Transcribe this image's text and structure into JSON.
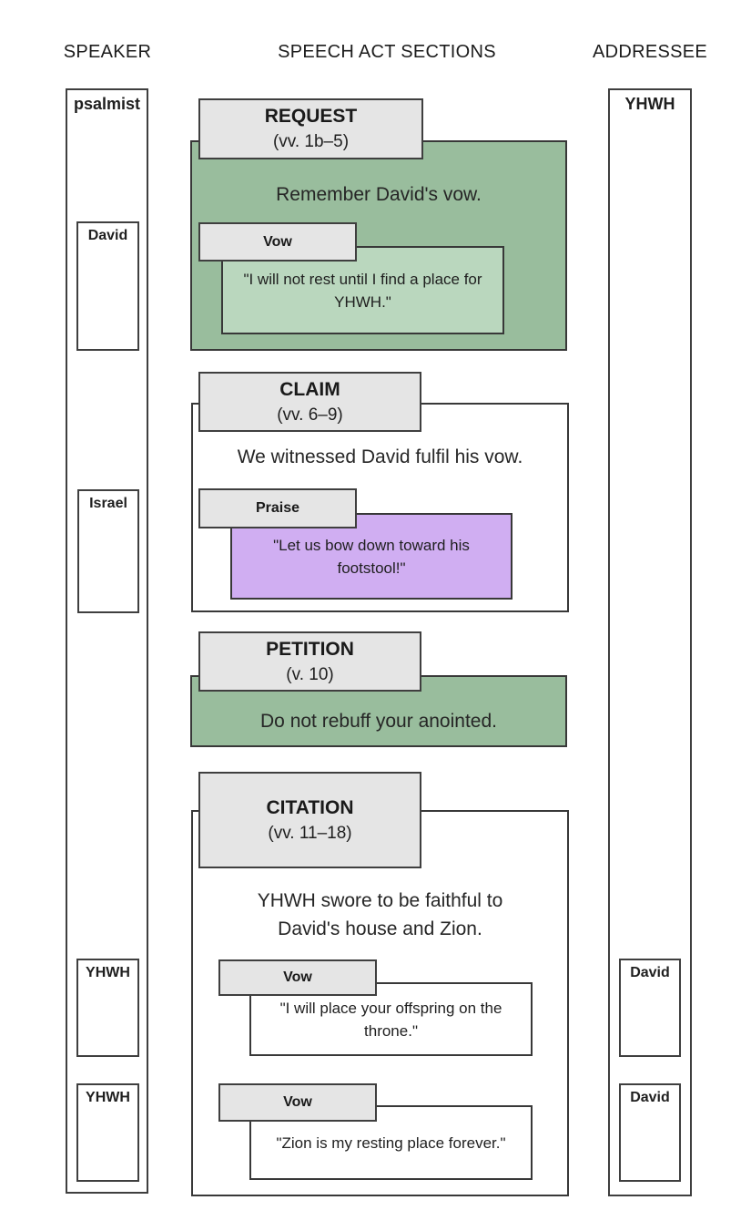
{
  "headers": {
    "speaker": "SPEAKER",
    "sections": "SPEECH ACT SECTIONS",
    "addressee": "ADDRESSEE"
  },
  "speaker_column": {
    "label": "psalmist",
    "boxes": [
      {
        "label": "David"
      },
      {
        "label": "Israel"
      },
      {
        "label": "YHWH"
      },
      {
        "label": "YHWH"
      }
    ]
  },
  "addressee_column": {
    "label": "YHWH",
    "boxes": [
      {
        "label": "David"
      },
      {
        "label": "David"
      }
    ]
  },
  "sections": [
    {
      "title": "REQUEST",
      "verses": "(vv. 1b–5)",
      "summary": "Remember David's vow.",
      "sub_label": "Vow",
      "quote": "\"I will not rest until I find a place for YHWH.\""
    },
    {
      "title": "CLAIM",
      "verses": "(vv. 6–9)",
      "summary": "We witnessed David fulfil his vow.",
      "sub_label": "Praise",
      "quote": "\"Let us bow down toward his footstool!\""
    },
    {
      "title": "PETITION",
      "verses": "(v. 10)",
      "summary": "Do not rebuff your anointed."
    },
    {
      "title": "CITATION",
      "verses": "(vv. 11–18)",
      "summary": "YHWH swore to be faithful to David's house and Zion.",
      "subs": [
        {
          "label": "Vow",
          "quote": "\"I will place your offspring on the throne.\""
        },
        {
          "label": "Vow",
          "quote": "\"Zion is my resting place forever.\""
        }
      ]
    }
  ],
  "colors": {
    "section_green": "#99bd9d",
    "quote_light_green": "#bad7be",
    "quote_purple": "#d0aef2",
    "header_grey": "#e5e5e5",
    "border_dark": "#3f3f3f"
  }
}
